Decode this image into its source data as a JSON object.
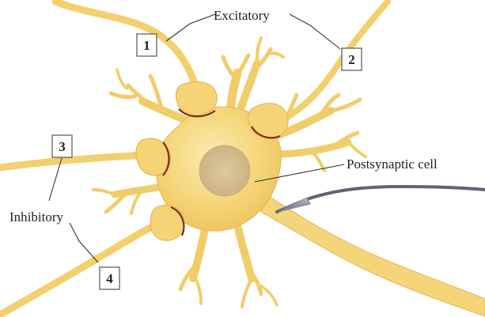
{
  "labels": {
    "excitatory": "Excitatory",
    "inhibitory": "Inhibitory",
    "postsynaptic": "Postsynaptic cell"
  },
  "terminals": {
    "t1": "1",
    "t2": "2",
    "t3": "3",
    "t4": "4"
  },
  "colors": {
    "cell_fill": "#f6d77c",
    "cell_highlight": "#fbeab3",
    "cell_outline": "#d9a83e",
    "synapse_cleft": "#7a2f1f",
    "nucleus": "#d9c394",
    "electrode": "#8a8f96"
  }
}
